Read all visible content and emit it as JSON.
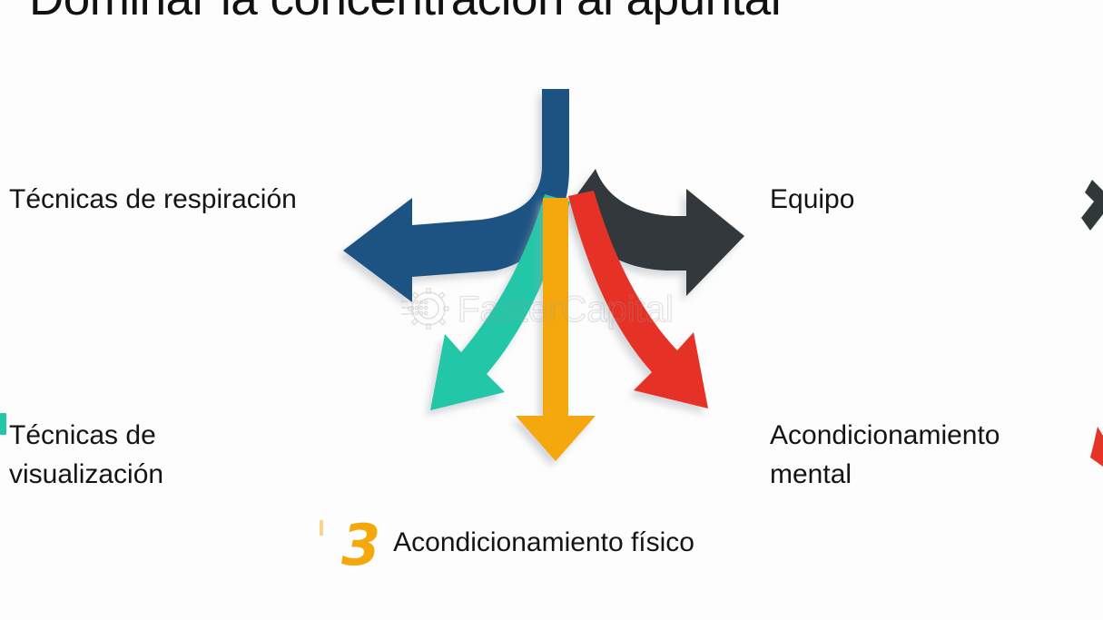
{
  "slide": {
    "title": "Dominar la concentración al apuntar",
    "background_color": "#fdfdfd"
  },
  "labels": {
    "top_left": "Técnicas de respiración",
    "bottom_left": "Técnicas de visualización",
    "top_right": "Equipo",
    "bottom_right": "Acondicionamiento mental",
    "bottom_center_number": "3",
    "bottom_center": "Acondicionamiento físico"
  },
  "watermark": {
    "text": "FasterCapital",
    "icon": "gear-icon"
  },
  "diagram": {
    "type": "radiating-arrows",
    "description": "A central vertical stem splits into five coloured arrows radiating outward to the labelled concepts.",
    "arrows": [
      {
        "name": "arrow-top-left",
        "color": "#1F5382",
        "direction": "curves down and out to the upper-left",
        "points_to": "Técnicas de respiración"
      },
      {
        "name": "arrow-bottom-left",
        "color": "#21C7A8",
        "direction": "diagonal down-left",
        "points_to": "Técnicas de visualización"
      },
      {
        "name": "arrow-bottom-center",
        "color": "#F5A80B",
        "direction": "straight down",
        "points_to": "Acondicionamiento físico"
      },
      {
        "name": "arrow-bottom-right",
        "color": "#E63327",
        "direction": "diagonal down-right",
        "points_to": "Acondicionamiento mental"
      },
      {
        "name": "arrow-top-right",
        "color": "#30383A",
        "direction": "curves down and out to the upper-right",
        "points_to": "Equipo"
      }
    ]
  },
  "edge_fragments": {
    "right_dark": "#30383A",
    "right_red": "#E63327",
    "left_teal": "#21C7A8",
    "tick_orange": "#F3C867"
  }
}
